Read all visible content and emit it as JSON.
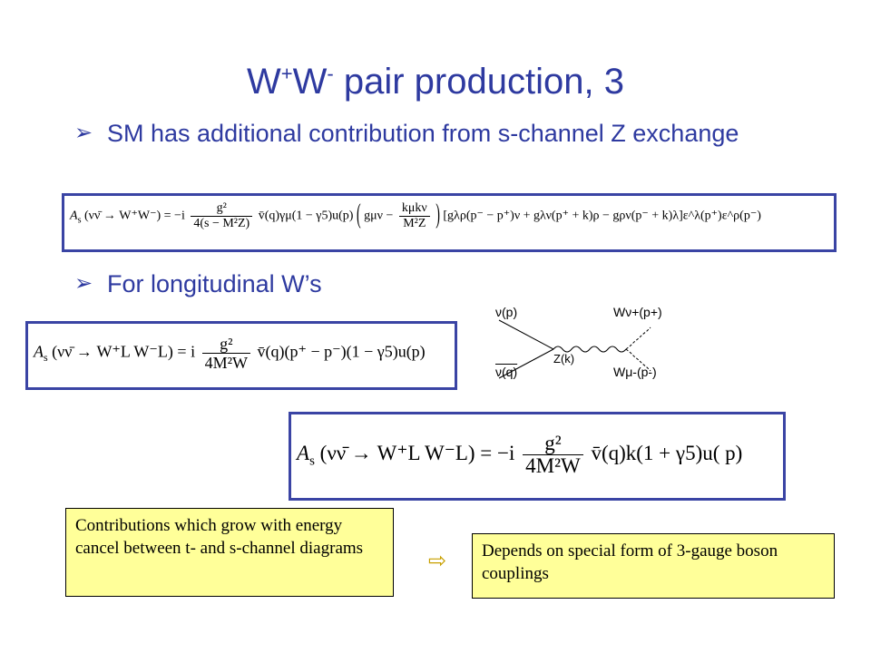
{
  "title": {
    "main": "W",
    "sup1": "+",
    "mid": "W",
    "sup2": "-",
    "rest": " pair production, 3"
  },
  "bullets": [
    {
      "text": "SM has additional contribution from s-channel Z exchange"
    },
    {
      "text": "For longitudinal W’s"
    }
  ],
  "eq1": {
    "lhs": "A",
    "lhs_sub": "s",
    "process": "(νν̄ → W⁺W⁻) = −i",
    "frac_num": "g²",
    "frac_den": "4(s − M²Z)",
    "mid": "v̄(q)γμ(1 − γ5)u(p)",
    "g": "gμν −",
    "frac2_num": "kμkν",
    "frac2_den": "M²Z",
    "bracket": "[gλρ(p⁻ − p⁺)ν + gλν(p⁺ + k)ρ − gρν(p⁻ + k)λ]ε^λ(p⁺)ε^ρ(p⁻)"
  },
  "eq2": {
    "lhs": "A",
    "lhs_sub": "s",
    "process": "(νν̄ → W⁺L W⁻L) = i",
    "frac_num": "g²",
    "frac_den": "4M²W",
    "rest": "v̄(q)(p⁺ − p⁻)(1 − γ5)u(p)"
  },
  "eq3": {
    "lhs": "A",
    "lhs_sub": "s",
    "process": "(νν̄ → W⁺L W⁻L) = −i",
    "frac_num": "g²",
    "frac_den": "4M²W",
    "rest": "v̄(q)k(1 + γ5)u( p)"
  },
  "feynman": {
    "nu_p": "ν(p)",
    "nu_q": "ν(q)",
    "zk": "Z(k)",
    "w_plus": "Wν+(p+)",
    "w_minus": "Wμ-(p-)"
  },
  "notes": {
    "left": "Contributions which grow with energy cancel between t- and s-channel diagrams",
    "right": "Depends on special form of 3-gauge boson couplings"
  },
  "arrow_symbol": "⇨",
  "bullet_symbol": "➢"
}
